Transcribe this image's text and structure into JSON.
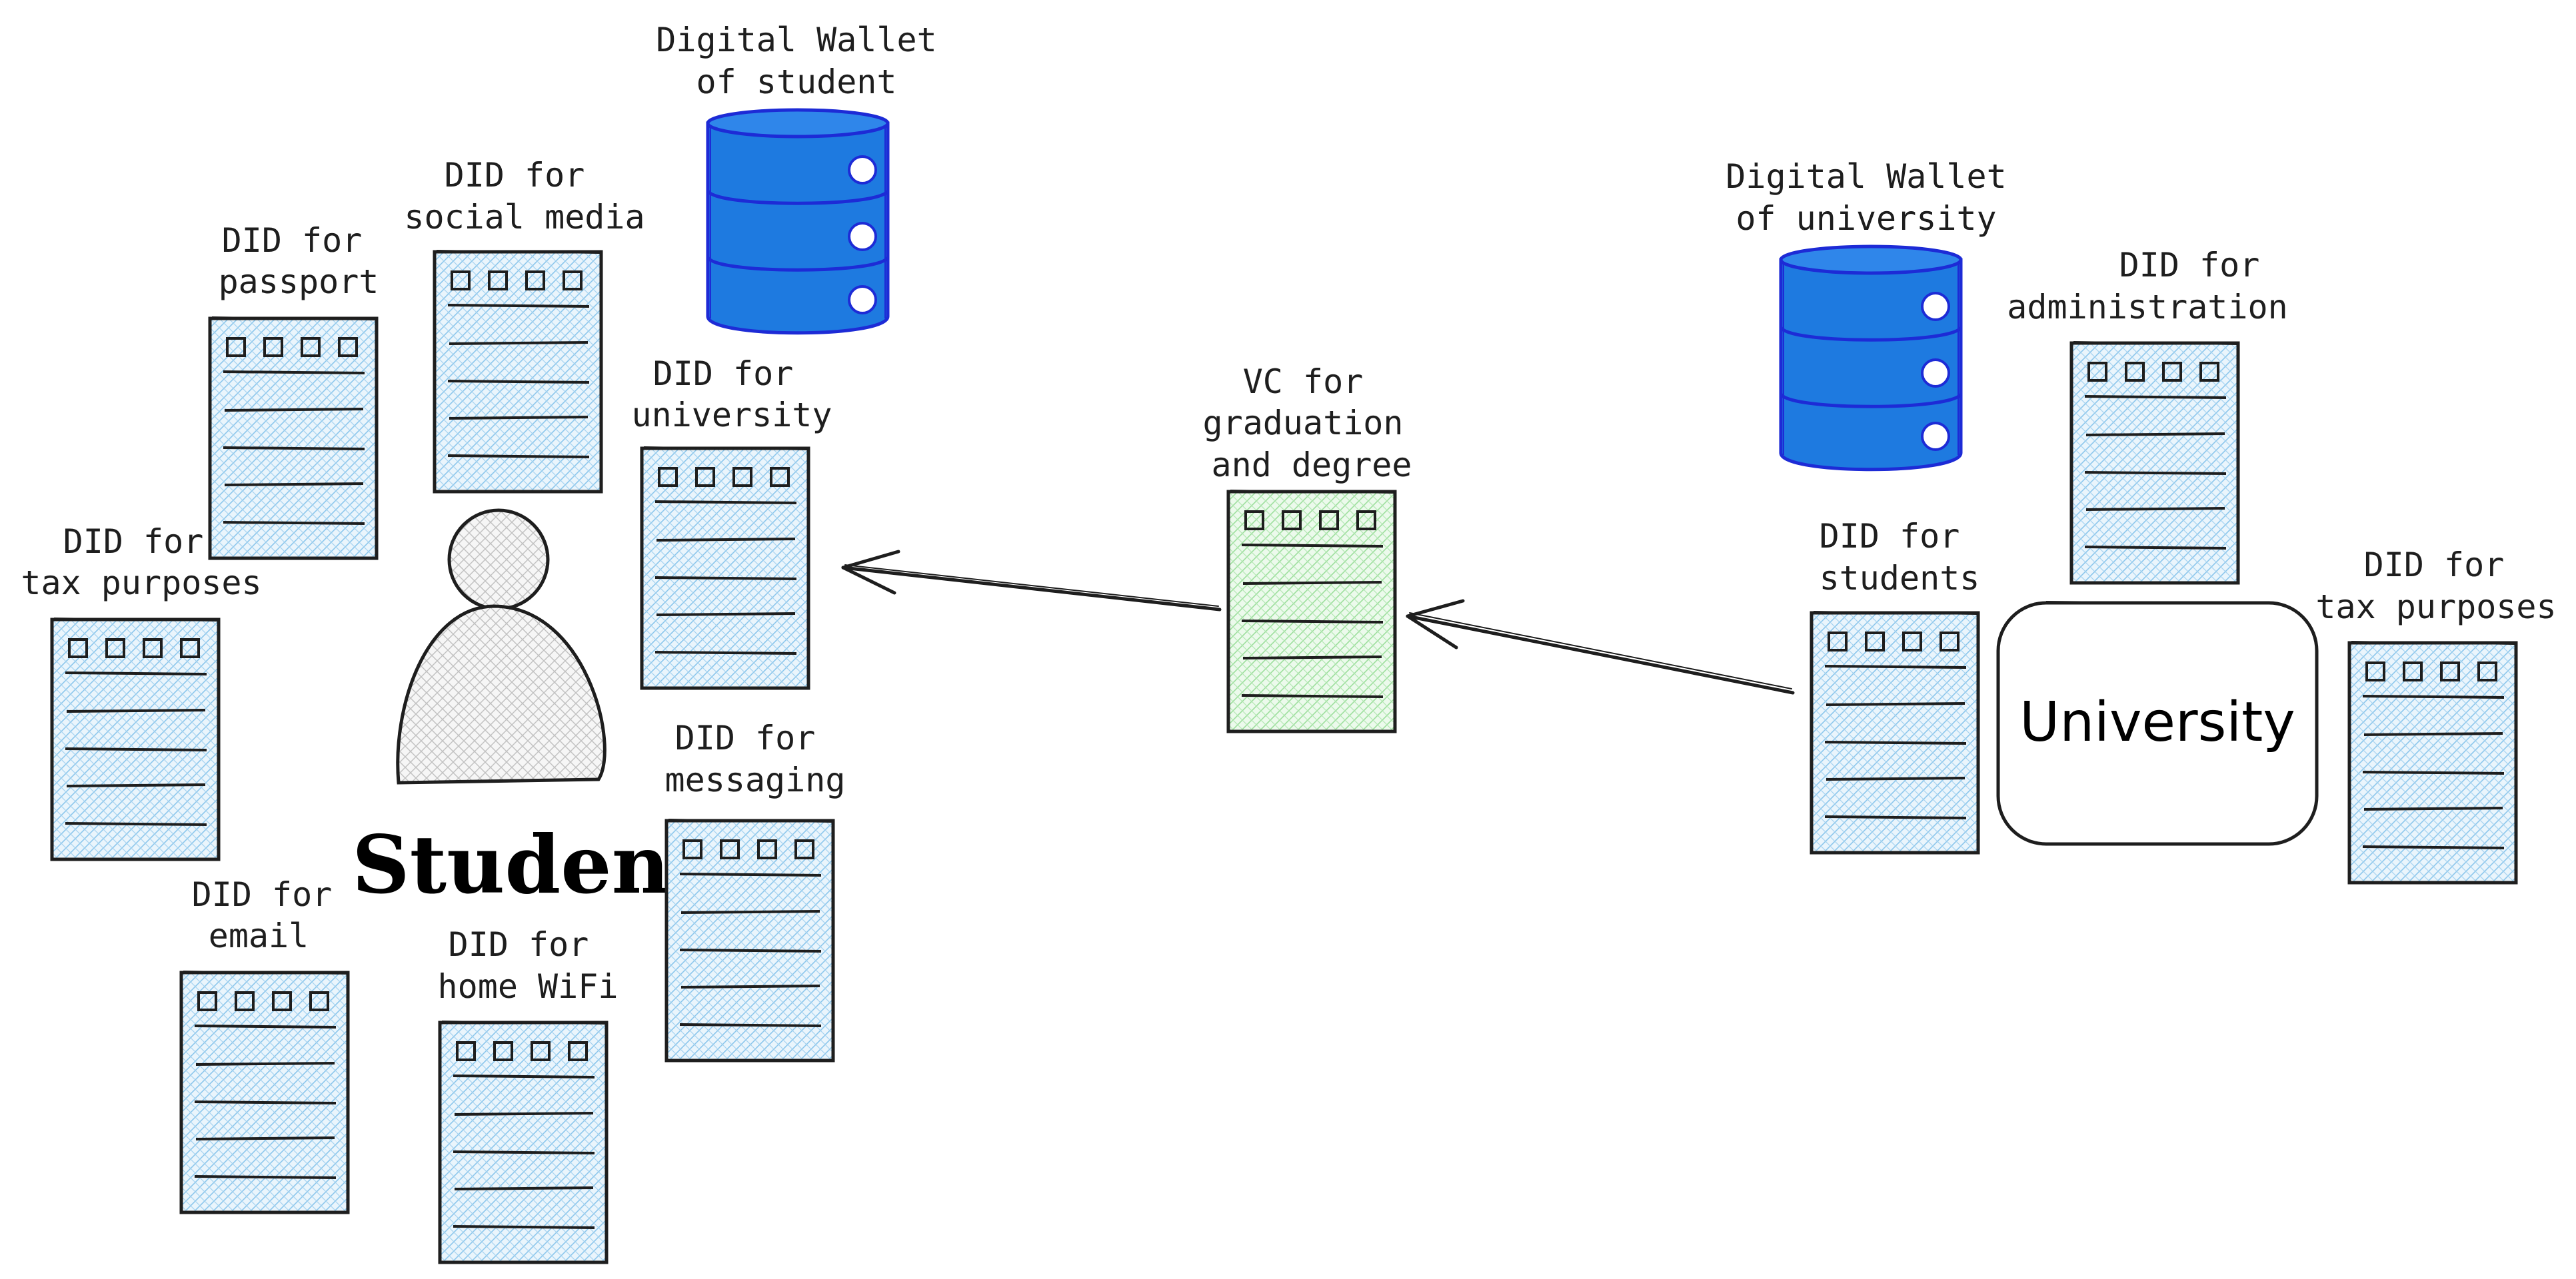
{
  "colors": {
    "did_doc_fill": "#d6ecf8",
    "vc_doc_fill": "#d3f5d3",
    "wallet_fill": "#1e7ae0",
    "stroke": "#1e1e1e"
  },
  "student": {
    "label": "Student",
    "wallet_label": [
      "Digital Wallet",
      "of student"
    ],
    "dids": {
      "passport": [
        "DID for",
        "passport"
      ],
      "social_media": [
        "DID for",
        "social media"
      ],
      "university": [
        "DID for",
        "university"
      ],
      "tax": [
        "DID for",
        "tax purposes"
      ],
      "messaging": [
        "DID for",
        "messaging"
      ],
      "email": [
        "DID for",
        "email"
      ],
      "home_wifi": [
        "DID for",
        "home WiFi"
      ]
    }
  },
  "credential": {
    "label": [
      "VC for",
      "graduation",
      "and degree"
    ]
  },
  "university": {
    "label": "University",
    "wallet_label": [
      "Digital Wallet",
      "of university"
    ],
    "dids": {
      "administration": [
        "DID for",
        "administration"
      ],
      "students": [
        "DID for",
        "students"
      ],
      "tax": [
        "DID for",
        "tax purposes"
      ]
    }
  }
}
